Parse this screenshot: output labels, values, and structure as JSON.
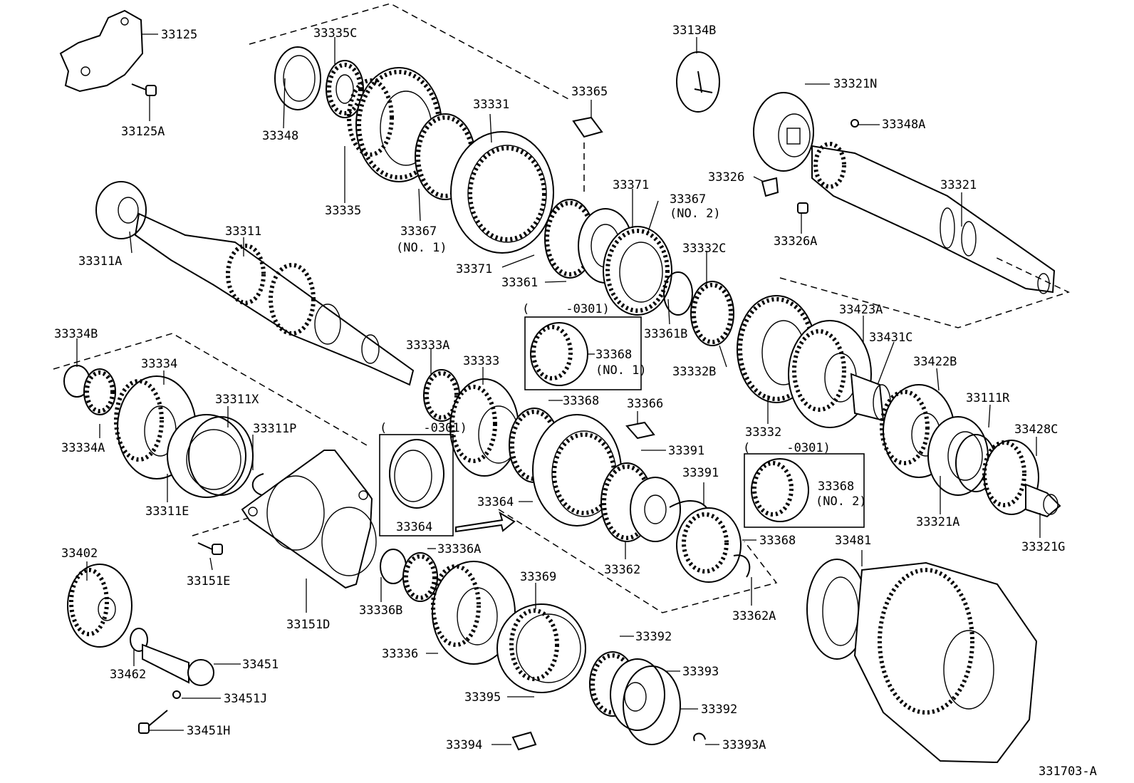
{
  "diagram": {
    "catalog_id": "331703-A",
    "parts": [
      {
        "id": "p33125",
        "number": "33125"
      },
      {
        "id": "p33125A",
        "number": "33125A"
      },
      {
        "id": "p33335C",
        "number": "33335C"
      },
      {
        "id": "p33348",
        "number": "33348"
      },
      {
        "id": "p33335",
        "number": "33335"
      },
      {
        "id": "p33331",
        "number": "33331"
      },
      {
        "id": "p33367n1",
        "number": "33367",
        "note": "(NO. 1)"
      },
      {
        "id": "p33365",
        "number": "33365"
      },
      {
        "id": "p33134B",
        "number": "33134B"
      },
      {
        "id": "p33321N",
        "number": "33321N"
      },
      {
        "id": "p33348A",
        "number": "33348A"
      },
      {
        "id": "p33326",
        "number": "33326"
      },
      {
        "id": "p33326A",
        "number": "33326A"
      },
      {
        "id": "p33321",
        "number": "33321"
      },
      {
        "id": "p33371a",
        "number": "33371"
      },
      {
        "id": "p33367n2",
        "number": "33367",
        "note": "(NO. 2)"
      },
      {
        "id": "p33371b",
        "number": "33371"
      },
      {
        "id": "p33361",
        "number": "33361"
      },
      {
        "id": "p33332C",
        "number": "33332C"
      },
      {
        "id": "p33311A",
        "number": "33311A"
      },
      {
        "id": "p33311",
        "number": "33311"
      },
      {
        "id": "p33361B",
        "number": "33361B"
      },
      {
        "id": "p33332B",
        "number": "33332B"
      },
      {
        "id": "p33423A",
        "number": "33423A"
      },
      {
        "id": "p33431C",
        "number": "33431C"
      },
      {
        "id": "p33368n1",
        "number": "33368",
        "note": "(NO. 1)"
      },
      {
        "id": "p33334B",
        "number": "33334B"
      },
      {
        "id": "p33334",
        "number": "33334"
      },
      {
        "id": "p33333A",
        "number": "33333A"
      },
      {
        "id": "p33333",
        "number": "33333"
      },
      {
        "id": "p33422B",
        "number": "33422B"
      },
      {
        "id": "p33332",
        "number": "33332"
      },
      {
        "id": "p33111R",
        "number": "33111R"
      },
      {
        "id": "p33428C",
        "number": "33428C"
      },
      {
        "id": "p33368a",
        "number": "33368"
      },
      {
        "id": "p33366",
        "number": "33366"
      },
      {
        "id": "p33311X",
        "number": "33311X"
      },
      {
        "id": "p33334A",
        "number": "33334A"
      },
      {
        "id": "p33311P",
        "number": "33311P"
      },
      {
        "id": "p33391a",
        "number": "33391"
      },
      {
        "id": "p33368n2",
        "number": "33368",
        "note": "(NO. 2)"
      },
      {
        "id": "p33391b",
        "number": "33391"
      },
      {
        "id": "p33311E",
        "number": "33311E"
      },
      {
        "id": "p33364a",
        "number": "33364"
      },
      {
        "id": "p33364b",
        "number": "33364"
      },
      {
        "id": "p33321A",
        "number": "33321A"
      },
      {
        "id": "p33321G",
        "number": "33321G"
      },
      {
        "id": "p33368b",
        "number": "33368"
      },
      {
        "id": "p33402",
        "number": "33402"
      },
      {
        "id": "p33336A",
        "number": "33336A"
      },
      {
        "id": "p33481",
        "number": "33481"
      },
      {
        "id": "p33151E",
        "number": "33151E"
      },
      {
        "id": "p33362",
        "number": "33362"
      },
      {
        "id": "p33369",
        "number": "33369"
      },
      {
        "id": "p33336B",
        "number": "33336B"
      },
      {
        "id": "p33362A",
        "number": "33362A"
      },
      {
        "id": "p33151D",
        "number": "33151D"
      },
      {
        "id": "p33392a",
        "number": "33392"
      },
      {
        "id": "p33336",
        "number": "33336"
      },
      {
        "id": "p33451",
        "number": "33451"
      },
      {
        "id": "p33462",
        "number": "33462"
      },
      {
        "id": "p33393",
        "number": "33393"
      },
      {
        "id": "p33395",
        "number": "33395"
      },
      {
        "id": "p33451J",
        "number": "33451J"
      },
      {
        "id": "p33392b",
        "number": "33392"
      },
      {
        "id": "p33451H",
        "number": "33451H"
      },
      {
        "id": "p33394",
        "number": "33394"
      },
      {
        "id": "p33393A",
        "number": "33393A"
      }
    ],
    "applicability_boxes": [
      {
        "id": "box1",
        "range": "(     -0301)"
      },
      {
        "id": "box2",
        "range": "(     -0301)"
      },
      {
        "id": "box3",
        "range": "(     -0301)"
      }
    ]
  }
}
